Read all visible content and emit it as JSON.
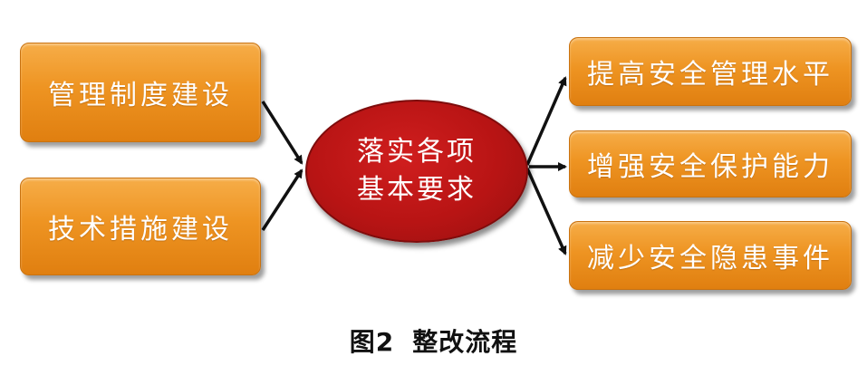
{
  "inputs": [
    {
      "label": "管理制度建设"
    },
    {
      "label": "技术措施建设"
    }
  ],
  "center": {
    "line1": "落实各项",
    "line2": "基本要求"
  },
  "outputs": [
    {
      "label": "提高安全管理水平"
    },
    {
      "label": "增强安全保护能力"
    },
    {
      "label": "减少安全隐患事件"
    }
  ],
  "caption": {
    "figure": "图2",
    "title": "整改流程"
  },
  "colors": {
    "box_fill": "#ee9422",
    "ellipse_fill": "#b81414",
    "text": "#ffffff",
    "arrow": "#111111"
  }
}
